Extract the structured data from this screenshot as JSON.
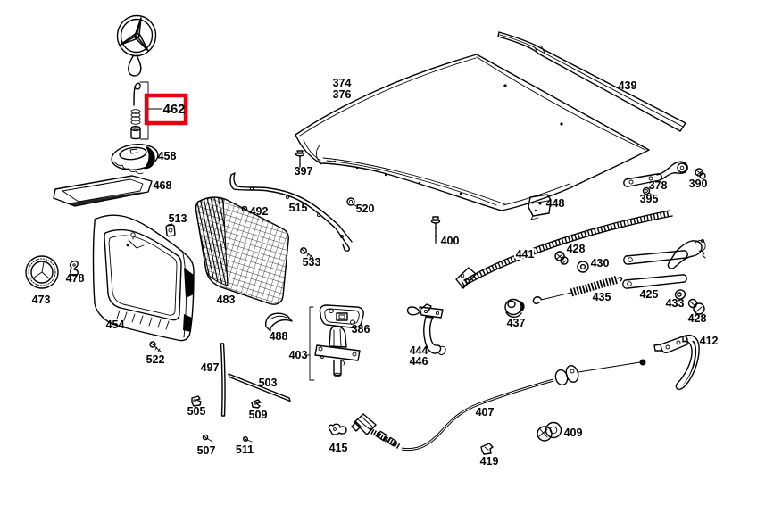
{
  "diagram": {
    "kind": "exploded-parts-diagram",
    "subject": "hood-grille-assembly",
    "background_color": "#ffffff",
    "line_color": "#000000",
    "highlight": {
      "part": "462",
      "box_color": "#e8000f"
    }
  },
  "labels": {
    "n462": "462",
    "n458": "458",
    "n468": "468",
    "n473": "473",
    "n478": "478",
    "n513": "513",
    "n454": "454",
    "n522": "522",
    "n483": "483",
    "n492": "492",
    "n515": "515",
    "n520": "520",
    "n533": "533",
    "n488": "488",
    "n497": "497",
    "n503": "503",
    "n505": "505",
    "n509": "509",
    "n507": "507",
    "n511": "511",
    "n374": "374",
    "n376": "376",
    "n397": "397",
    "n439": "439",
    "n378": "378",
    "n390": "390",
    "n395": "395",
    "n448": "448",
    "n400": "400",
    "n441": "441",
    "n428a": "428",
    "n430": "430",
    "n435": "435",
    "n425": "425",
    "n433": "433",
    "n428b": "428",
    "n437": "437",
    "n412": "412",
    "n386": "386",
    "n403": "403",
    "n444": "444",
    "n446": "446",
    "n415": "415",
    "n407": "407",
    "n419": "419",
    "n409": "409"
  }
}
